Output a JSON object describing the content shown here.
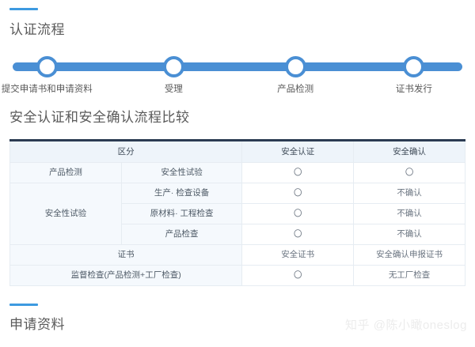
{
  "theme": {
    "accent_blue": "#3d9ae0",
    "stepper_blue": "#4a8fd4",
    "table_top_border": "#2b3b52",
    "table_header_bg": "#eef4fa",
    "table_label_bg": "#f5f9fd",
    "watermark_color": "#ececec"
  },
  "sections": {
    "flow": {
      "title": "认证流程",
      "steps": [
        {
          "label": "提交申请书和申请资料",
          "x_pct": 8.2
        },
        {
          "label": "受理",
          "x_pct": 36.0
        },
        {
          "label": "产品检测",
          "x_pct": 62.7
        },
        {
          "label": "证书发行",
          "x_pct": 88.7
        }
      ]
    },
    "comparison": {
      "title": "安全认证和安全确认流程比较",
      "table": {
        "headers": [
          "区分",
          "安全认证",
          "安全确认"
        ],
        "rows": [
          {
            "group": "产品检测",
            "group_rowspan": 1,
            "item": "安全性试验",
            "col_safety_cert": "〇",
            "col_safety_confirm": "〇"
          },
          {
            "group": "安全性试验",
            "group_rowspan": 3,
            "item": "生产· 检查设备",
            "col_safety_cert": "〇",
            "col_safety_confirm": "不确认"
          },
          {
            "group": null,
            "item": "原材料· 工程检查",
            "col_safety_cert": "〇",
            "col_safety_confirm": "不确认"
          },
          {
            "group": null,
            "item": "产品检查",
            "col_safety_cert": "〇",
            "col_safety_confirm": "不确认"
          }
        ],
        "full_rows": [
          {
            "label": "证书",
            "col_safety_cert": "安全证书",
            "col_safety_confirm": "安全确认申报证书"
          },
          {
            "label": "监督检查(产品检测+工厂检查)",
            "col_safety_cert": "〇",
            "col_safety_confirm": "无工厂检查"
          }
        ]
      }
    },
    "materials": {
      "title": "申请资料"
    }
  },
  "watermark": {
    "text": "知乎 @陈小瞰oneslog"
  }
}
